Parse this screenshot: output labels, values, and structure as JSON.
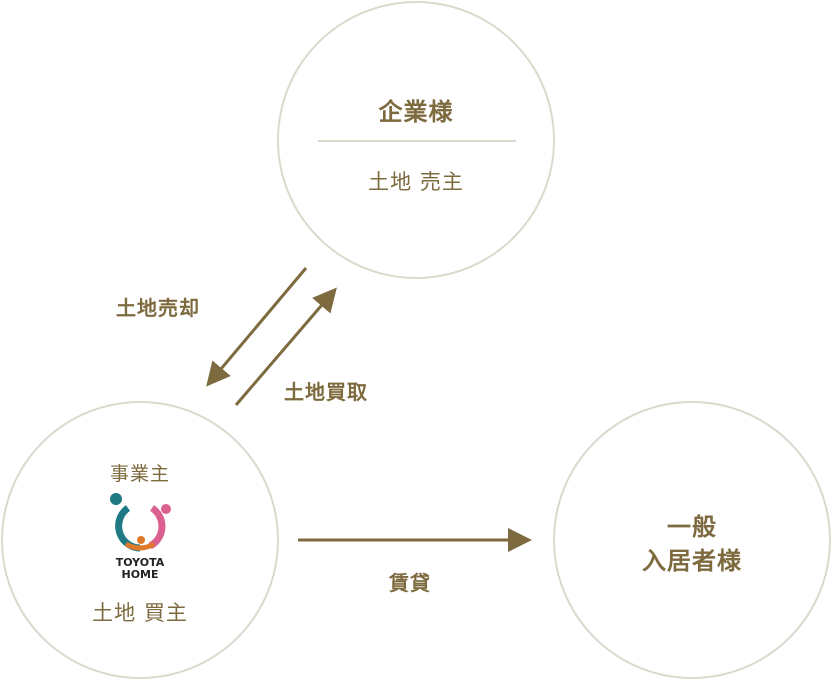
{
  "colors": {
    "text": "#7d6a3f",
    "circle_border": "#dcd9cc",
    "arrow": "#7d6a3f"
  },
  "nodes": {
    "company": {
      "title": "企業様",
      "role": "土地 売主"
    },
    "owner": {
      "caption": "事業主",
      "logo_text_1": "TOYOTA",
      "logo_text_2": "HOME",
      "role": "土地 買主"
    },
    "tenant": {
      "line1": "一般",
      "line2": "入居者様"
    }
  },
  "edges": {
    "sell": "土地売却",
    "buy": "土地買取",
    "lease": "賃貸"
  }
}
